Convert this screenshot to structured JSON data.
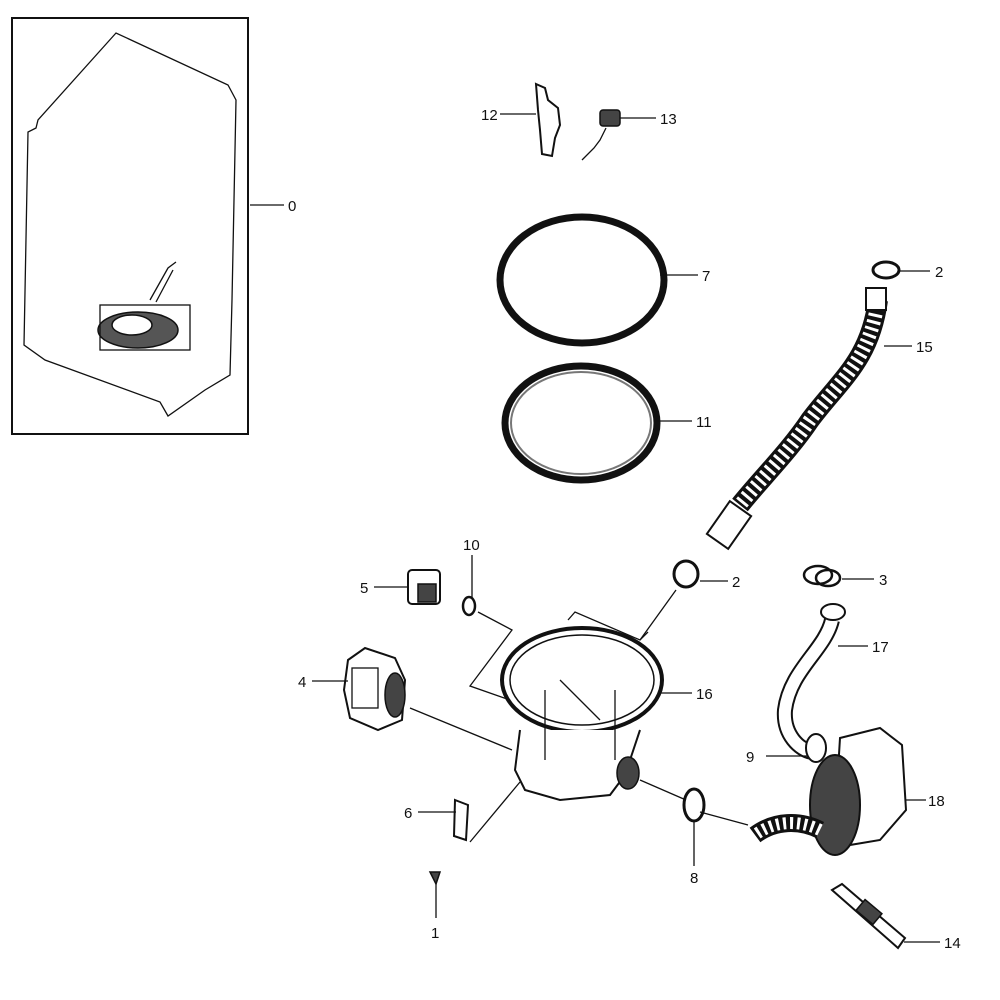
{
  "callouts": [
    {
      "id": "0",
      "label": "0",
      "part": "assembly"
    },
    {
      "id": "1",
      "label": "1",
      "part": "screw"
    },
    {
      "id": "2a",
      "label": "2",
      "part": "hose-clamp-top"
    },
    {
      "id": "2b",
      "label": "2",
      "part": "hose-clamp-mid"
    },
    {
      "id": "3",
      "label": "3",
      "part": "wire-clamp"
    },
    {
      "id": "4",
      "label": "4",
      "part": "heater-module"
    },
    {
      "id": "5",
      "label": "5",
      "part": "sensor"
    },
    {
      "id": "6",
      "label": "6",
      "part": "bracket"
    },
    {
      "id": "7",
      "label": "7",
      "part": "outer-ring"
    },
    {
      "id": "8",
      "label": "8",
      "part": "clamp"
    },
    {
      "id": "9",
      "label": "9",
      "part": "elbow"
    },
    {
      "id": "10",
      "label": "10",
      "part": "o-ring"
    },
    {
      "id": "11",
      "label": "11",
      "part": "gasket-ring"
    },
    {
      "id": "12",
      "label": "12",
      "part": "top-bracket"
    },
    {
      "id": "13",
      "label": "13",
      "part": "wire-harness"
    },
    {
      "id": "14",
      "label": "14",
      "part": "connector"
    },
    {
      "id": "15",
      "label": "15",
      "part": "drain-hose"
    },
    {
      "id": "16",
      "label": "16",
      "part": "sump"
    },
    {
      "id": "17",
      "label": "17",
      "part": "pump-hose"
    },
    {
      "id": "18",
      "label": "18",
      "part": "drain-pump"
    }
  ]
}
